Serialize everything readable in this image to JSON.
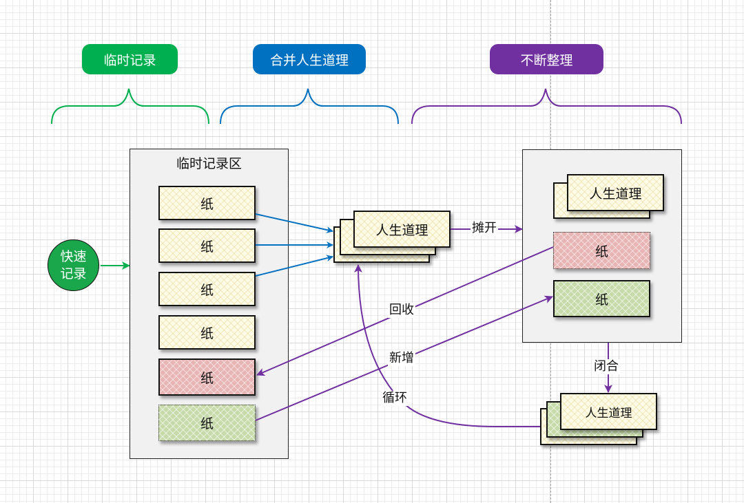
{
  "phases": [
    {
      "label": "临时记录",
      "color": "#00b050"
    },
    {
      "label": "合并人生道理",
      "color": "#0070c0"
    },
    {
      "label": "不断整理",
      "color": "#7030a0"
    }
  ],
  "quick_record": {
    "line1": "快速",
    "line2": "记录",
    "color": "#1aa64a"
  },
  "temp_area": {
    "title": "临时记录区",
    "papers": [
      {
        "label": "纸",
        "style": "cream"
      },
      {
        "label": "纸",
        "style": "cream"
      },
      {
        "label": "纸",
        "style": "cream"
      },
      {
        "label": "纸",
        "style": "cream"
      },
      {
        "label": "纸",
        "style": "pink"
      },
      {
        "label": "纸",
        "style": "green"
      }
    ]
  },
  "merged_stack": {
    "label": "人生道理"
  },
  "organize_area": {
    "stack_label": "人生道理",
    "papers": [
      {
        "label": "纸",
        "style": "pink"
      },
      {
        "label": "纸",
        "style": "green"
      }
    ]
  },
  "closed_stack": {
    "label": "人生道理"
  },
  "edge_labels": {
    "spread": "摊开",
    "recycle": "回收",
    "add": "新增",
    "loop": "循环",
    "close": "闭合"
  },
  "colors": {
    "blue_arrow": "#0070c0",
    "purple_arrow": "#7030a0",
    "green_arrow": "#00b050"
  }
}
